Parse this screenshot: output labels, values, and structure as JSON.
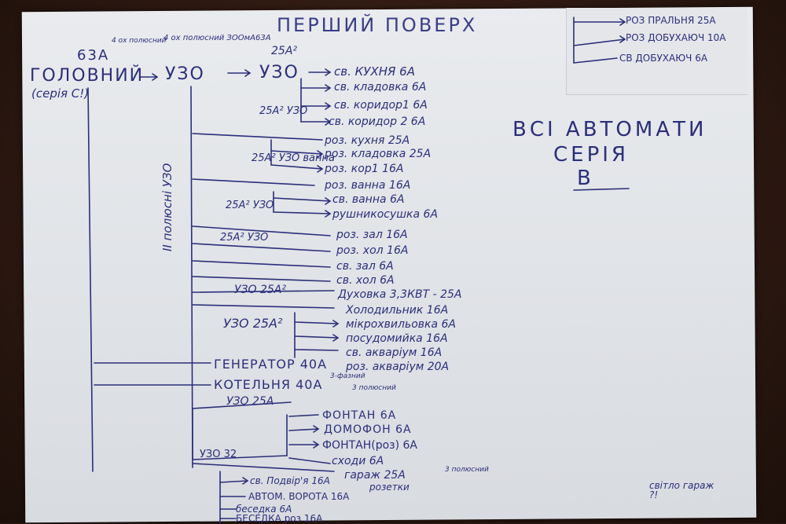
{
  "title": "ПЕРШИЙ ПОВЕРХ",
  "main": {
    "label": "ГОЛОВНИЙ",
    "rating": "63А",
    "series": "(серія С!)",
    "uzo_top": "УЗО",
    "uzo_top_rating": "4 ох полюсний ЗООмА63А",
    "rating_above_left": "4 ох полюсний",
    "uzo_second": "УЗО",
    "uzo_second_rating": "25А²",
    "vertical_label": "ІІ полюсні УЗО"
  },
  "top_right": [
    "РОЗ ПРАЛЬНЯ 25А",
    "РОЗ ДОБУХАЮЧ 10А",
    "СВ ДОБУХАЮЧ 6А"
  ],
  "note": {
    "line1": "ВСІ АВТОМАТИ",
    "line2": "СЕРІЯ",
    "line3": "В"
  },
  "groups": [
    {
      "uzo": "",
      "items": [
        "св. КУХНЯ 6А",
        "св. кладовка 6А",
        "св. коридор1 6А",
        "св. коридор 2 6А"
      ]
    },
    {
      "uzo": "25А² УЗО",
      "items": [
        "роз. кухня 25А",
        "роз. кладовка 25А",
        "роз. кор1 16А"
      ]
    },
    {
      "uzo": "25А² УЗО ванна",
      "items": [
        "роз. ванна 16А",
        "св. ванна 6А",
        "рушникосушка 6А"
      ]
    },
    {
      "uzo": "25А² УЗО",
      "items": [
        "роз. зал 16А",
        "роз. хол 16А"
      ]
    },
    {
      "uzo": "25А² УЗО",
      "items": [
        "св. зал 6А",
        "св. хол 6А"
      ]
    },
    {
      "uzo": "УЗО 25А²",
      "items": [
        "Духовка 3,3КВТ - 25А"
      ]
    },
    {
      "uzo": "УЗО 25А²",
      "items": [
        "Холодильник 16А",
        "мікрохвильовка 6А",
        "посудомийка 16А",
        "св. акваріум 16А",
        "роз. акваріум 20А"
      ]
    }
  ],
  "bottom": {
    "generator": "ГЕНЕРАТОР 40А",
    "generator_note": "3-фазний",
    "boiler": "КОТЕЛЬНЯ 40А",
    "boiler_note": "3 полюсний",
    "uzo25": "УЗО 25А",
    "fountain_items": [
      "ФОНТАН 6А",
      "ДОМОФОН 6А",
      "ФОНТАН(роз) 6А",
      "сходи 6А"
    ],
    "uzo32": "УЗО 32",
    "garage": "гараж 25А",
    "garage_note": "3 полюсний",
    "garage_sub": "розетки",
    "garage_items": [
      "св. Подвір'я 16А",
      "АВТОМ. ВОРОТА 16А",
      "беседка 6А",
      "БЕСЕДКА роз 16А"
    ],
    "corner_note": "світло гараж ?!"
  }
}
